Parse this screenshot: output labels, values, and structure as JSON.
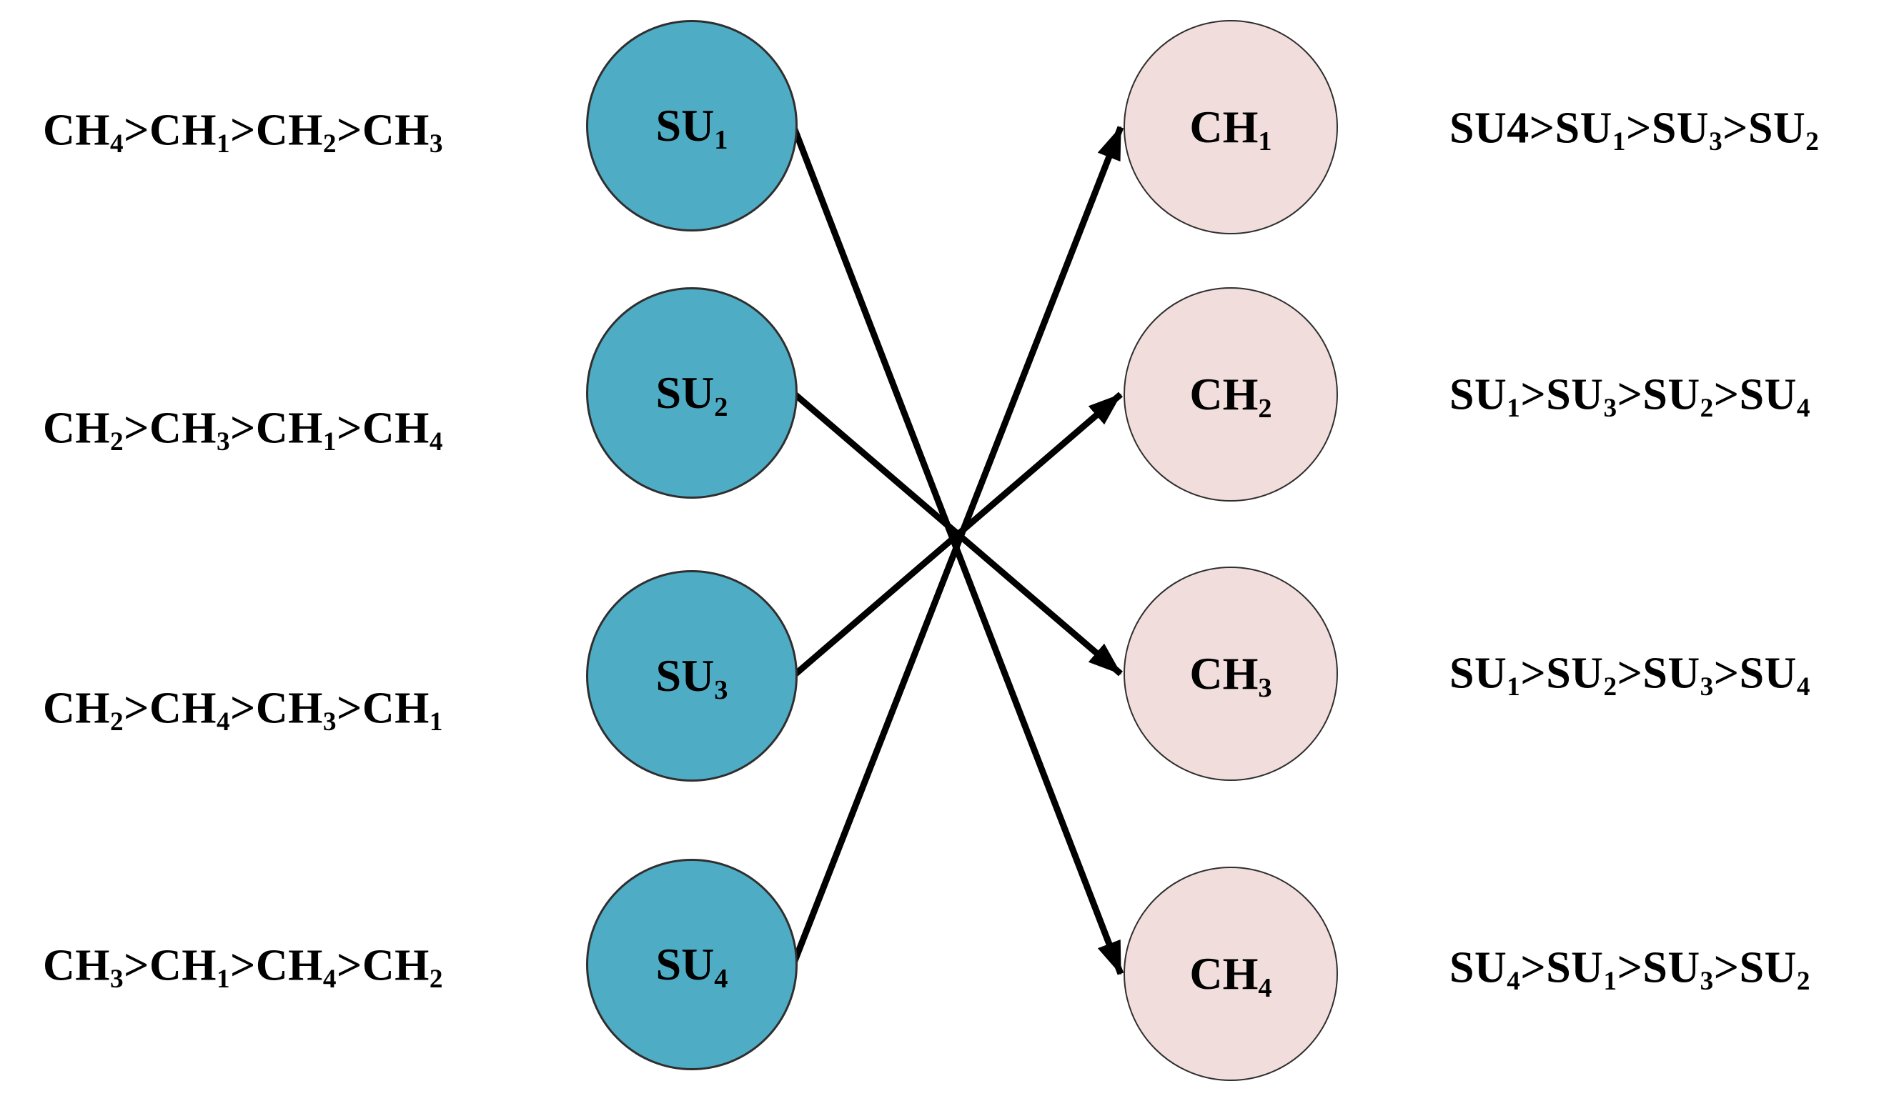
{
  "diagram": {
    "left_preference_lists": [
      "CH_4>CH_1>CH_2>CH_3",
      "CH_2>CH_3>CH_1>CH_4",
      "CH_2>CH_4>CH_3>CH_1",
      "CH_3>CH_1>CH_4>CH_2"
    ],
    "su_column_nodes": [
      "SU_1",
      "SU_2",
      "SU_3",
      "SU_4"
    ],
    "ch_column_nodes": [
      "CH_1",
      "CH_2",
      "CH_3",
      "CH_4"
    ],
    "right_preference_lists": [
      "SU4>SU_1>SU_3>SU_2",
      "SU_1>SU_3>SU_2>SU_4",
      "SU_1>SU_2>SU_3>SU_4",
      "SU_4>SU_1>SU_3>SU_2"
    ],
    "matching_edges": [
      {
        "from": "SU_1",
        "to": "CH_4"
      },
      {
        "from": "SU_2",
        "to": "CH_3"
      },
      {
        "from": "SU_3",
        "to": "CH_2"
      },
      {
        "from": "SU_4",
        "to": "CH_1"
      }
    ],
    "colors": {
      "su_fill": "#4FACC5",
      "ch_fill": "#F1DEDC",
      "node_border": "#2F2F2F",
      "arrow": "#000000",
      "text": "#000000"
    }
  }
}
